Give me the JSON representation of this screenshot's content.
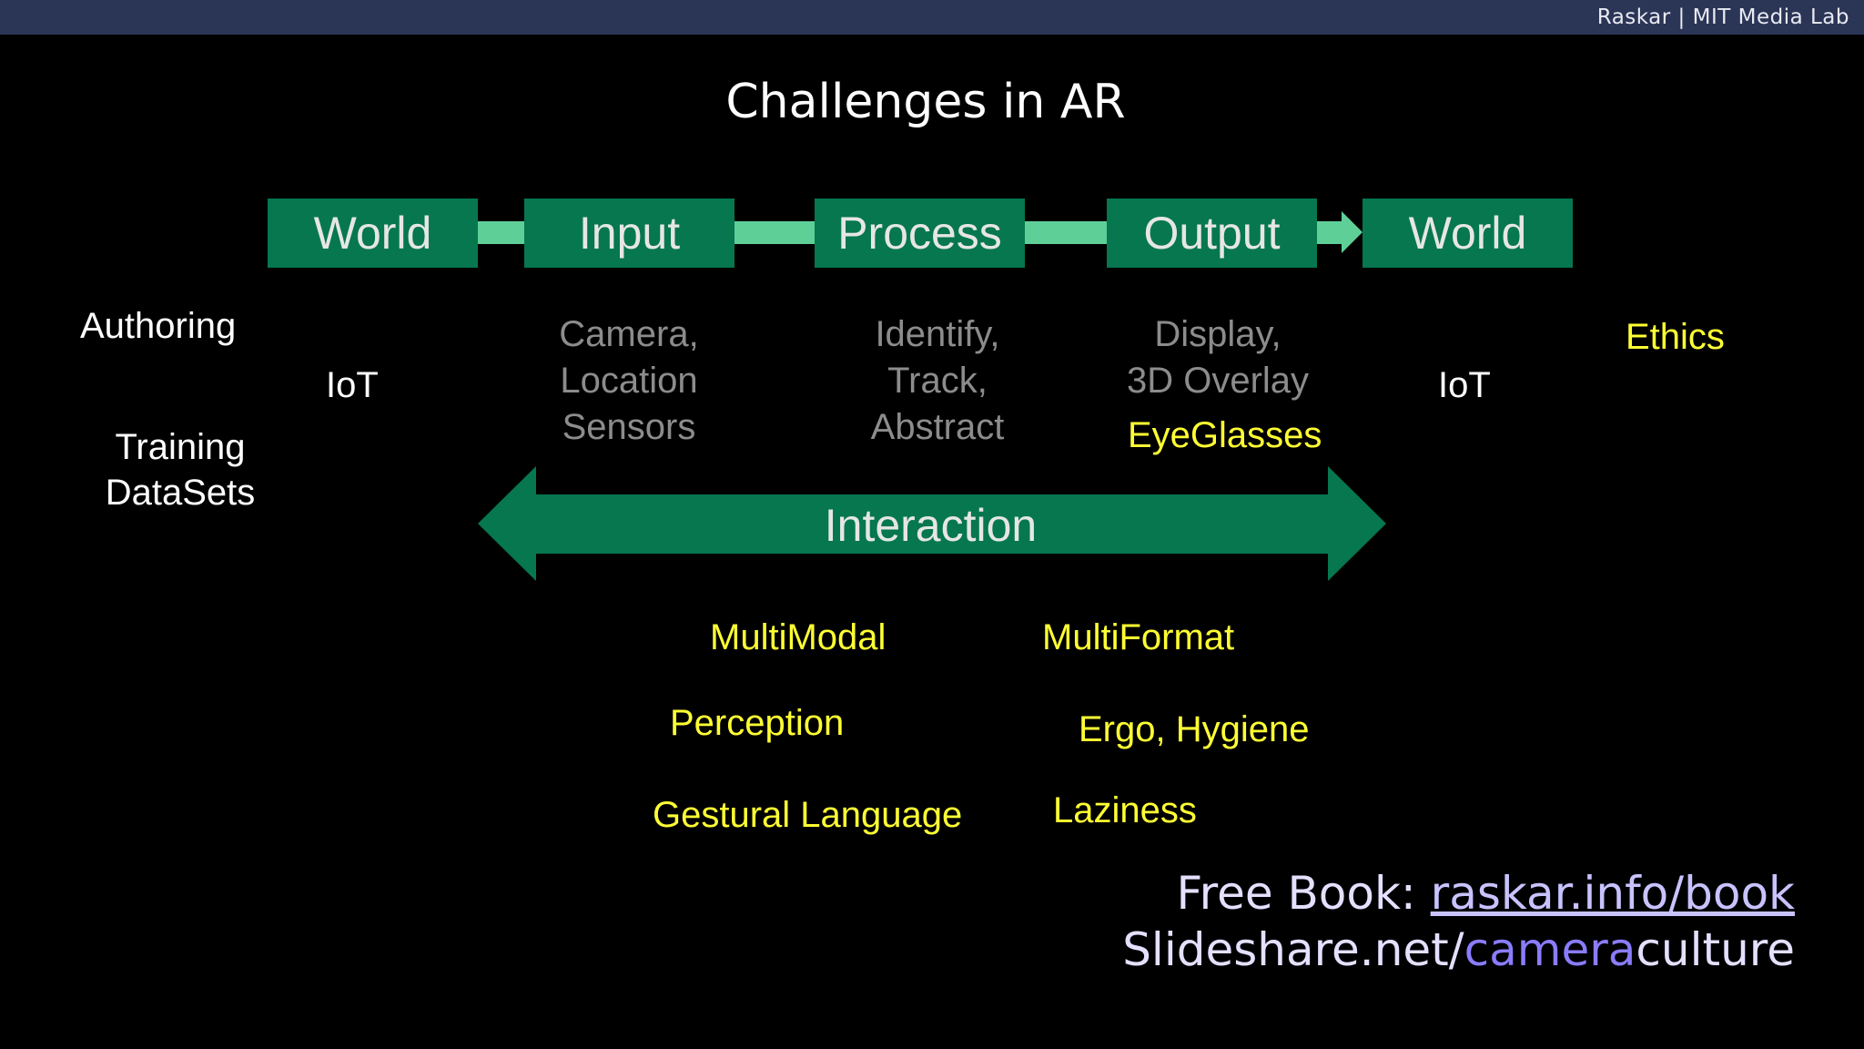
{
  "header": {
    "attribution": "Raskar | MIT Media Lab"
  },
  "title": "Challenges in AR",
  "pipeline": [
    "World",
    "Input",
    "Process",
    "Output",
    "World"
  ],
  "left_notes": {
    "authoring": "Authoring",
    "training": [
      "Training",
      "DataSets"
    ]
  },
  "iot_left": "IoT",
  "iot_right": "IoT",
  "input_desc": [
    "Camera,",
    "Location",
    "Sensors"
  ],
  "process_desc": [
    "Identify,",
    "Track,",
    "Abstract"
  ],
  "output_desc": [
    "Display,",
    "3D Overlay"
  ],
  "eyeglasses": "EyeGlasses",
  "ethics": "Ethics",
  "interaction": "Interaction",
  "challenges": {
    "multimodal": "MultiModal",
    "multiformat": "MultiFormat",
    "perception": "Perception",
    "ergo": "Ergo, Hygiene",
    "gestural": "Gestural Language",
    "laziness": "Laziness"
  },
  "footer": {
    "book_prefix": "Free Book: ",
    "book_link": "raskar.info/book",
    "slideshare_prefix": "Slideshare.net/",
    "slideshare_highlight": "camera",
    "slideshare_suffix": "culture"
  },
  "colors": {
    "box": "#06774f",
    "connector": "#5fcf98",
    "yellow": "#ffff33",
    "header": "#2b3556"
  }
}
